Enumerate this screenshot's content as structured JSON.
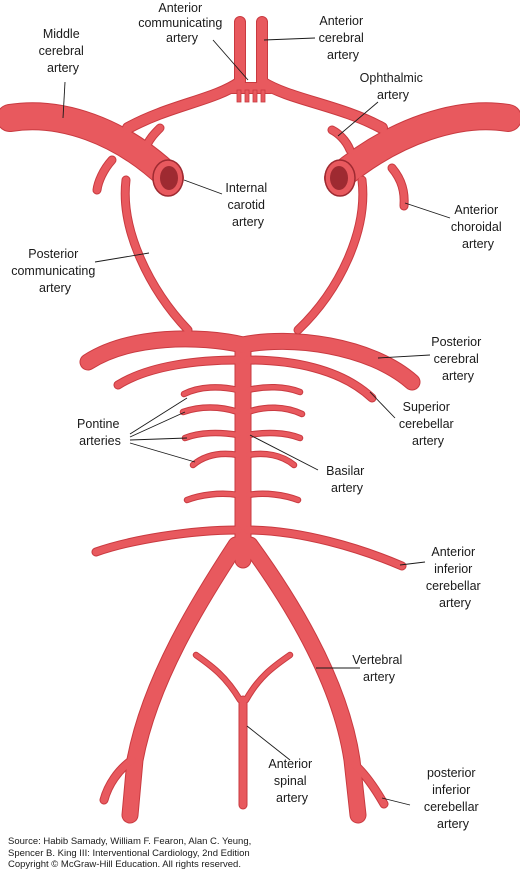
{
  "colors": {
    "vessel": "#e8595e",
    "vessel_edge": "#c93a40",
    "lumen": "#9e2a31",
    "text": "#1a1a1a"
  },
  "labels": {
    "anterior_communicating": [
      "Anterior",
      "communicating",
      "artery"
    ],
    "anterior_cerebral": [
      "Anterior",
      "cerebral",
      "artery"
    ],
    "middle_cerebral": [
      "Middle",
      "cerebral",
      "artery"
    ],
    "ophthalmic": [
      "Ophthalmic",
      "artery"
    ],
    "internal_carotid": [
      "Internal",
      "carotid",
      "artery"
    ],
    "anterior_choroidal": [
      "Anterior",
      "choroidal",
      "artery"
    ],
    "posterior_communicating": [
      "Posterior",
      "communicating",
      "artery"
    ],
    "posterior_cerebral": [
      "Posterior",
      "cerebral",
      "artery"
    ],
    "superior_cerebellar": [
      "Superior",
      "cerebellar",
      "artery"
    ],
    "pontine": [
      "Pontine",
      "arteries"
    ],
    "basilar": [
      "Basilar",
      "artery"
    ],
    "anterior_inferior_cerebellar": [
      "Anterior",
      "inferior",
      "cerebellar",
      "artery"
    ],
    "vertebral": [
      "Vertebral",
      "artery"
    ],
    "anterior_spinal": [
      "Anterior",
      "spinal",
      "artery"
    ],
    "posterior_inferior_cerebellar": [
      "posterior",
      "inferior",
      "cerebellar",
      "artery"
    ]
  },
  "source_lines": [
    "Source: Habib Samady, William F. Fearon, Alan C. Yeung,",
    "Spencer B. King III: Interventional Cardiology, 2nd Edition",
    "Copyright © McGraw-Hill Education. All rights reserved."
  ]
}
